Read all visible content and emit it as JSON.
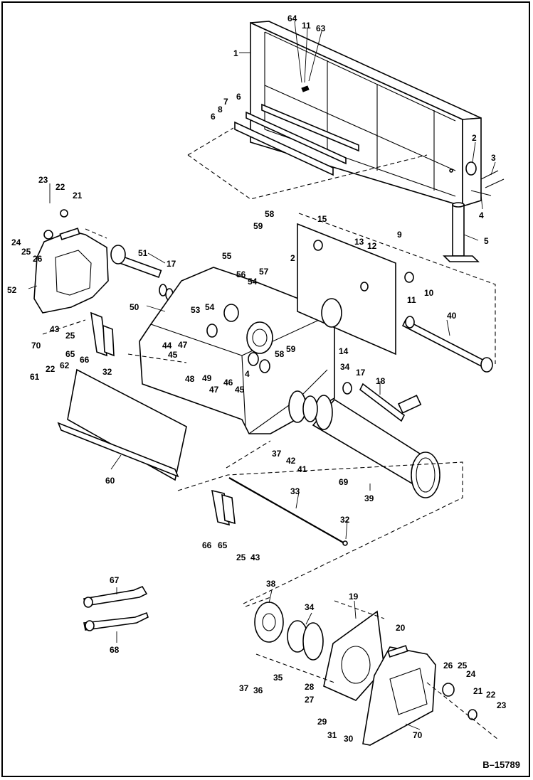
{
  "document_id": "B–15789",
  "callouts": [
    "1",
    "2",
    "3",
    "4",
    "5",
    "6",
    "7",
    "8",
    "9",
    "10",
    "11",
    "12",
    "13",
    "14",
    "15",
    "17",
    "18",
    "19",
    "20",
    "21",
    "22",
    "23",
    "24",
    "25",
    "26",
    "27",
    "28",
    "29",
    "30",
    "31",
    "32",
    "33",
    "34",
    "35",
    "36",
    "37",
    "38",
    "39",
    "40",
    "41",
    "42",
    "43",
    "44",
    "45",
    "46",
    "47",
    "48",
    "49",
    "50",
    "51",
    "52",
    "53",
    "54",
    "55",
    "56",
    "57",
    "58",
    "59",
    "60",
    "61",
    "62",
    "63",
    "64",
    "65",
    "66",
    "67",
    "68",
    "69",
    "70",
    "4"
  ],
  "colors": {
    "line": "#000000",
    "background": "#ffffff"
  }
}
